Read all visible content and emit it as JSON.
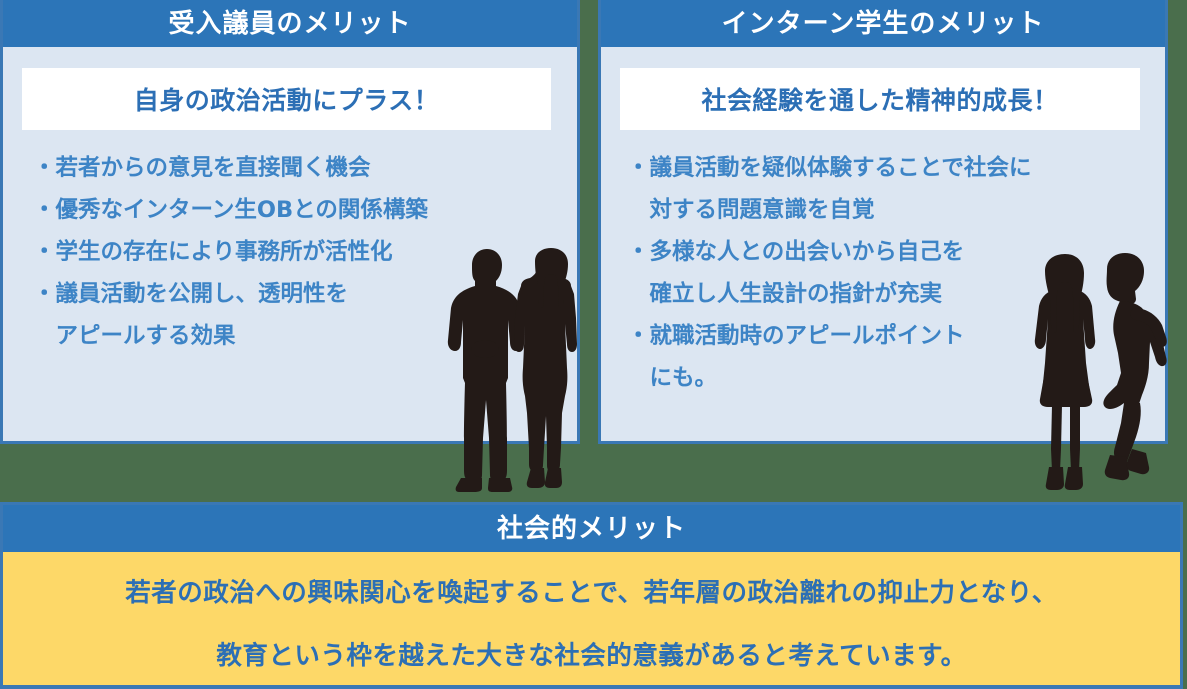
{
  "colors": {
    "header_blue": "#2c75b8",
    "panel_bg_blue": "#dce6f2",
    "border_blue": "#3a78b5",
    "text_blue": "#3d84c6",
    "subtitle_blue": "#2c6fb5",
    "bottom_yellow": "#fdd868",
    "page_background_green": "#4a6e4c",
    "silhouette_dark": "#231a17"
  },
  "panels": {
    "left": {
      "header": "受入議員のメリット",
      "subtitle": "自身の政治活動にプラス！",
      "bullets": [
        "・若者からの意見を直接聞く機会",
        "・優秀なインターン生OBとの関係構築",
        "・学生の存在により事務所が活性化",
        "・議員活動を公開し、透明性を\n　アピールする効果"
      ],
      "silhouettes": [
        "businessman-silhouette",
        "businesswoman-silhouette"
      ]
    },
    "right": {
      "header": "インターン学生のメリット",
      "subtitle": "社会経験を通した精神的成長！",
      "bullets": [
        "・議員活動を疑似体験することで社会に\n　対する問題意識を自覚",
        "・多様な人との出会いから自己を\n　確立し人生設計の指針が充実",
        "・就職活動時のアピールポイント\n　にも。"
      ],
      "silhouettes": [
        "student-woman-silhouette",
        "student-woman-hand-on-hip-silhouette"
      ]
    },
    "bottom": {
      "header": "社会的メリット",
      "lines": [
        "若者の政治への興味関心を喚起することで、若年層の政治離れの抑止力となり、",
        "教育という枠を越えた大きな社会的意義があると考えています。"
      ]
    }
  }
}
